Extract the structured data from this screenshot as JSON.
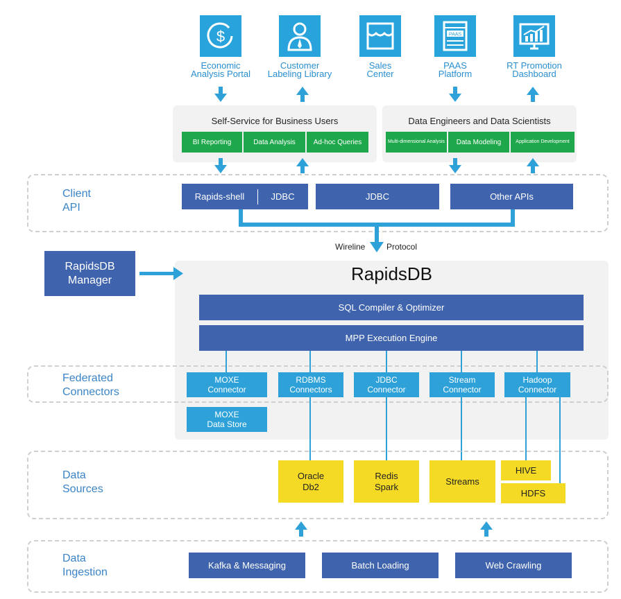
{
  "apps": [
    {
      "icon": "dollar-coin-icon",
      "label_line1": "Economic",
      "label_line2": "Analysis Portal"
    },
    {
      "icon": "person-icon",
      "label_line1": "Customer",
      "label_line2": "Labeling Library"
    },
    {
      "icon": "storefront-icon",
      "label_line1": "Sales",
      "label_line2": "Center"
    },
    {
      "icon": "paas-window-icon",
      "icon_text": "PAAS",
      "label_line1": "PAAS",
      "label_line2": "Platform"
    },
    {
      "icon": "dashboard-monitor-icon",
      "label_line1": "RT Promotion",
      "label_line2": "Dashboard"
    }
  ],
  "self_service": {
    "title": "Self-Service for Business Users",
    "items": [
      "BI Reporting",
      "Data Analysis",
      "Ad-hoc Queries"
    ]
  },
  "data_engineers": {
    "title": "Data Engineers and Data Scientists",
    "items": [
      "Multi-dimensional Analysis",
      "Data Modeling",
      "Application Development"
    ]
  },
  "client_api": {
    "label_line1": "Client",
    "label_line2": "API",
    "boxes": [
      "Rapids-shell",
      "JDBC",
      "JDBC",
      "Other APIs"
    ]
  },
  "protocol": {
    "left": "Wireline",
    "right": "Protocol"
  },
  "manager": {
    "line1": "RapidsDB",
    "line2": "Manager"
  },
  "rapidsdb": {
    "title": "RapidsDB",
    "compiler": "SQL Compiler & Optimizer",
    "engine": "MPP Execution Engine"
  },
  "federated": {
    "label_line1": "Federated",
    "label_line2": "Connectors",
    "connectors": [
      {
        "line1": "MOXE",
        "line2": "Connector"
      },
      {
        "line1": "RDBMS",
        "line2": "Connectors"
      },
      {
        "line1": "JDBC",
        "line2": "Connector"
      },
      {
        "line1": "Stream",
        "line2": "Connector"
      },
      {
        "line1": "Hadoop",
        "line2": "Connector"
      }
    ],
    "store": {
      "line1": "MOXE",
      "line2": "Data Store"
    }
  },
  "data_sources": {
    "label_line1": "Data",
    "label_line2": "Sources",
    "items": [
      {
        "line1": "Oracle",
        "line2": "Db2"
      },
      {
        "line1": "Redis",
        "line2": "Spark"
      },
      {
        "line1": "Streams",
        "line2": ""
      },
      {
        "line1": "HIVE",
        "line2": ""
      },
      {
        "line1": "HDFS",
        "line2": ""
      }
    ]
  },
  "ingestion": {
    "label_line1": "Data",
    "label_line2": "Ingestion",
    "items": [
      "Kafka & Messaging",
      "Batch Loading",
      "Web Crawling"
    ]
  },
  "colors": {
    "icon_blue": "#29a3dc",
    "label_blue": "#2a8fd0",
    "dark_blue": "#3f64ad",
    "connector_cyan": "#2ea2d8",
    "green": "#1ea84b",
    "yellow": "#f4d925"
  }
}
